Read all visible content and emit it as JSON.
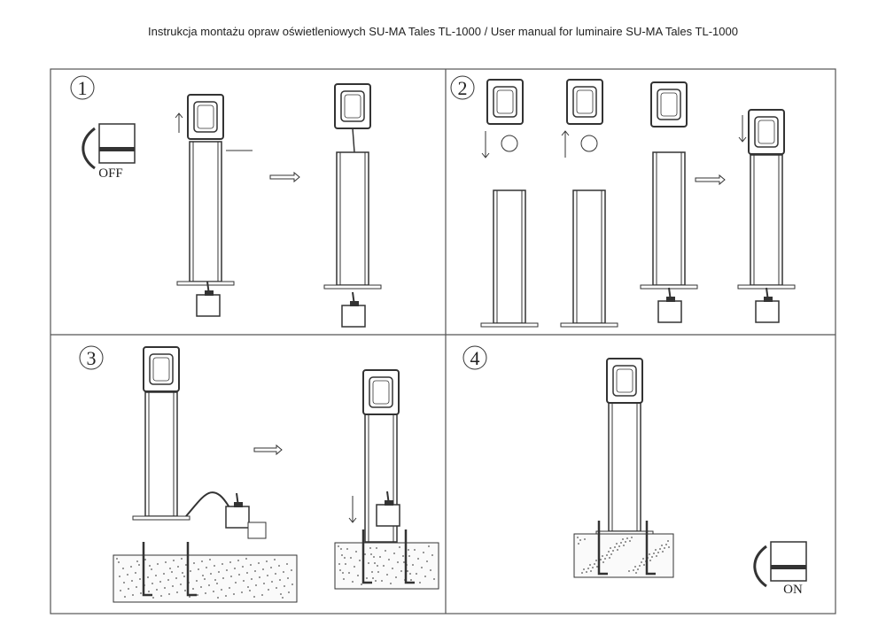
{
  "title": "Instrukcja montażu opraw oświetleniowych SU-MA Tales TL-1000 / User manual for luminaire SU-MA Tales TL-1000",
  "steps": [
    {
      "number": "1",
      "label": "OFF"
    },
    {
      "number": "2"
    },
    {
      "number": "3"
    },
    {
      "number": "4",
      "label": "ON"
    }
  ],
  "colors": {
    "line": "#333333",
    "frame": "#555555"
  }
}
